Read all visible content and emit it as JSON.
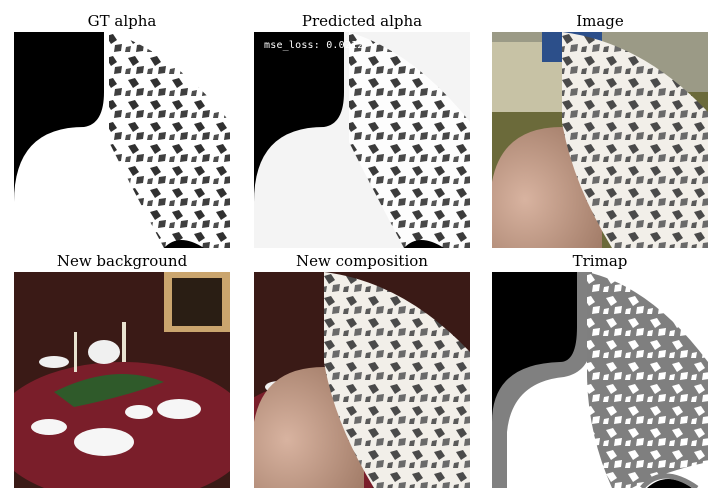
{
  "panels": [
    {
      "caption": "GT alpha"
    },
    {
      "caption": "Predicted alpha",
      "overlay_text": "mse_loss: 0.0212"
    },
    {
      "caption": "Image"
    },
    {
      "caption": "New background"
    },
    {
      "caption": "New composition"
    },
    {
      "caption": "Trimap"
    }
  ],
  "colors": {
    "foreground_white": "#ffffff",
    "background_black": "#000000",
    "unknown_gray": "#808080",
    "skin_tone": "#c9a08c",
    "tablecloth_red": "#7a1e2a"
  }
}
